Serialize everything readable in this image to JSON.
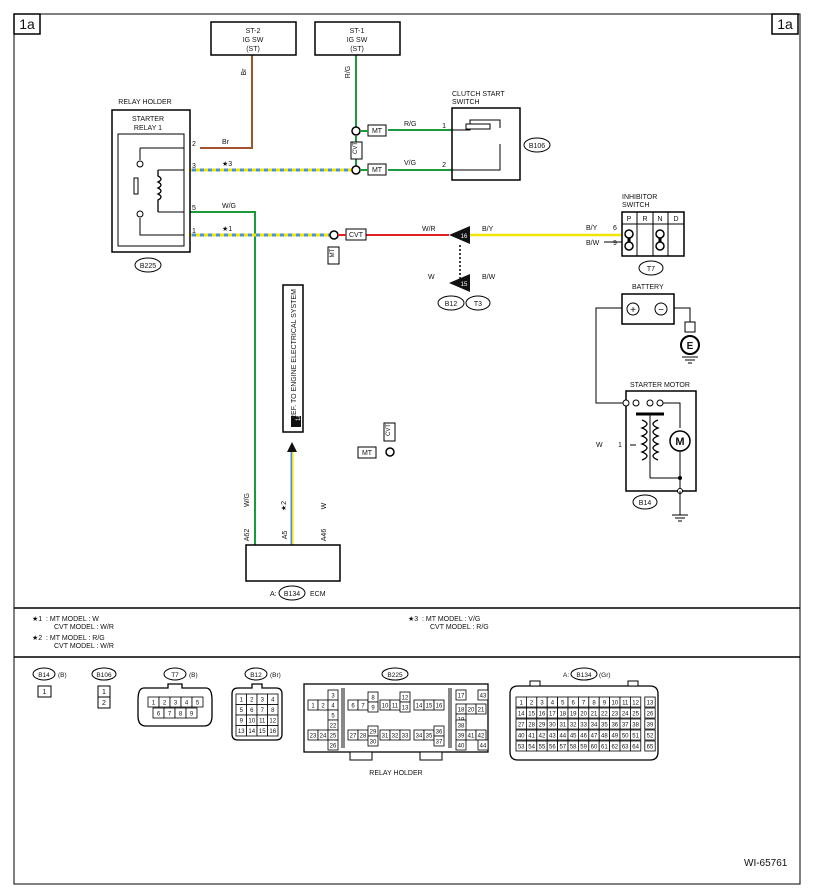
{
  "page_tag": "1a",
  "figure_id": "WI-65761",
  "fuses": {
    "st2": {
      "line1": "ST-2",
      "line2": "IG SW",
      "line3": "(ST)"
    },
    "st1": {
      "line1": "ST-1",
      "line2": "IG SW",
      "line3": "(ST)"
    }
  },
  "relay_holder": {
    "title": "RELAY HOLDER",
    "relay_line1": "STARTER",
    "relay_line2": "RELAY 1",
    "pins": [
      "2",
      "3",
      "5",
      "1"
    ],
    "connector": "B225"
  },
  "wires": {
    "br": "Br",
    "rg": "R/G",
    "vg": "V/G",
    "wg": "W/G",
    "wr": "W/R",
    "by": "B/Y",
    "bw": "B/W",
    "w": "W",
    "star1": "★1",
    "star2": "★2",
    "star3": "★3"
  },
  "tags": {
    "mt": "MT",
    "cvt": "CVT"
  },
  "clutch_switch": {
    "line1": "CLUTCH START",
    "line2": "SWITCH",
    "pin1": "1",
    "pin2": "2",
    "connector": "B106"
  },
  "splice": {
    "pin_upper": "16",
    "pin_lower": "15",
    "conn1": "B12",
    "conn2": "T3"
  },
  "inhibitor": {
    "line1": "INHIBITOR",
    "line2": "SWITCH",
    "positions": [
      "P",
      "R",
      "N",
      "D"
    ],
    "pin6": "6",
    "pin9": "9",
    "connector": "T7"
  },
  "battery": {
    "label": "BATTERY",
    "plus": "+",
    "minus": "−",
    "ground": "E"
  },
  "starter": {
    "label": "STARTER MOTOR",
    "pin": "1",
    "motor": "M",
    "connector": "B14"
  },
  "ref_box": {
    "text": "REF. TO ENGINE ELECTRICAL SYSTEM",
    "code": "1a"
  },
  "ecm": {
    "label": "ECM",
    "prefix": "A:",
    "connector": "B134",
    "pins": [
      "A62",
      "A5",
      "A46"
    ]
  },
  "legend": {
    "l1_mark": "★1",
    "l1a": ": MT MODEL  : W",
    "l1b": "CVT MODEL  : W/R",
    "l2_mark": "★2",
    "l2a": ": MT MODEL  : R/G",
    "l2b": "CVT MODEL  : W/R",
    "l3_mark": "★3",
    "l3a": ": MT MODEL  : V/G",
    "l3b": "CVT MODEL  : R/G"
  },
  "connectors": {
    "b14": {
      "name": "B14",
      "color": "(B)",
      "pins": [
        "1"
      ]
    },
    "b106": {
      "name": "B106",
      "pins": [
        "1",
        "2"
      ]
    },
    "t7": {
      "name": "T7",
      "color": "(B)",
      "row1": [
        "1",
        "2",
        "3",
        "4",
        "5"
      ],
      "row2": [
        "6",
        "7",
        "8",
        "9"
      ]
    },
    "b12": {
      "name": "B12",
      "color": "(Br)",
      "rows": [
        [
          "1",
          "2",
          "3",
          "4"
        ],
        [
          "5",
          "6",
          "7",
          "8"
        ],
        [
          "9",
          "10",
          "11",
          "12"
        ],
        [
          "13",
          "14",
          "15",
          "16"
        ]
      ]
    },
    "b225": {
      "name": "B225",
      "footer": "RELAY HOLDER",
      "pins": [
        "1",
        "2",
        "3",
        "4",
        "5",
        "6",
        "7",
        "8",
        "9",
        "10",
        "11",
        "12",
        "13",
        "14",
        "15",
        "16",
        "17",
        "18",
        "19",
        "20",
        "21",
        "22",
        "23",
        "24",
        "25",
        "26",
        "27",
        "28",
        "29",
        "30",
        "31",
        "32",
        "33",
        "34",
        "35",
        "36",
        "37",
        "38",
        "39",
        "40",
        "41",
        "42",
        "43",
        "44"
      ]
    },
    "b134": {
      "prefix": "A:",
      "name": "B134",
      "color": "(Gr)",
      "rows": [
        [
          "1",
          "2",
          "3",
          "4",
          "5",
          "6",
          "7",
          "8",
          "9",
          "10",
          "11",
          "12",
          "13"
        ],
        [
          "14",
          "15",
          "16",
          "17",
          "18",
          "19",
          "20",
          "21",
          "22",
          "23",
          "24",
          "25",
          "26"
        ],
        [
          "27",
          "28",
          "29",
          "30",
          "31",
          "32",
          "33",
          "34",
          "35",
          "36",
          "37",
          "38",
          "39"
        ],
        [
          "40",
          "41",
          "42",
          "43",
          "44",
          "45",
          "46",
          "47",
          "48",
          "49",
          "50",
          "51",
          "52"
        ],
        [
          "53",
          "54",
          "55",
          "56",
          "57",
          "58",
          "59",
          "60",
          "61",
          "62",
          "63",
          "64",
          "65"
        ]
      ]
    }
  },
  "colors": {
    "brown": "#a0522d",
    "green": "#1a9a3a",
    "yellow": "#f2e600",
    "blue": "#4a90e2",
    "red": "#e02020"
  }
}
